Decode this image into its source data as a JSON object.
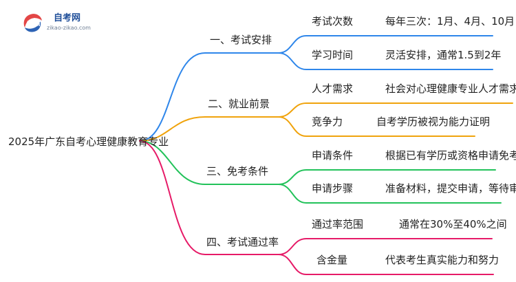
{
  "logo": {
    "name": "自考网",
    "url": "zikao-zikao.com"
  },
  "root": {
    "label": "2025年广东自考心理健康教育专业"
  },
  "branches": [
    {
      "label": "一、考试安排",
      "color": "#2e86ea",
      "items": [
        {
          "key": "考试次数",
          "value": "每年三次：1月、4月、10月"
        },
        {
          "key": "学习时间",
          "value": "灵活安排，通常1.5到2年"
        }
      ]
    },
    {
      "label": "二、就业前景",
      "color": "#f0a30c",
      "items": [
        {
          "key": "人才需求",
          "value": "社会对心理健康专业人才需求增加"
        },
        {
          "key": "竞争力",
          "value": "自考学历被视为能力证明"
        }
      ]
    },
    {
      "label": "三、免考条件",
      "color": "#22c25a",
      "items": [
        {
          "key": "申请条件",
          "value": "根据已有学历或资格申请免考"
        },
        {
          "key": "申请步骤",
          "value": "准备材料，提交申请，等待审核"
        }
      ]
    },
    {
      "label": "四、考试通过率",
      "color": "#e61a67",
      "items": [
        {
          "key": "通过率范围",
          "value": "通常在30%至40%之间"
        },
        {
          "key": "含金量",
          "value": "代表考生真实能力和努力"
        }
      ]
    }
  ]
}
